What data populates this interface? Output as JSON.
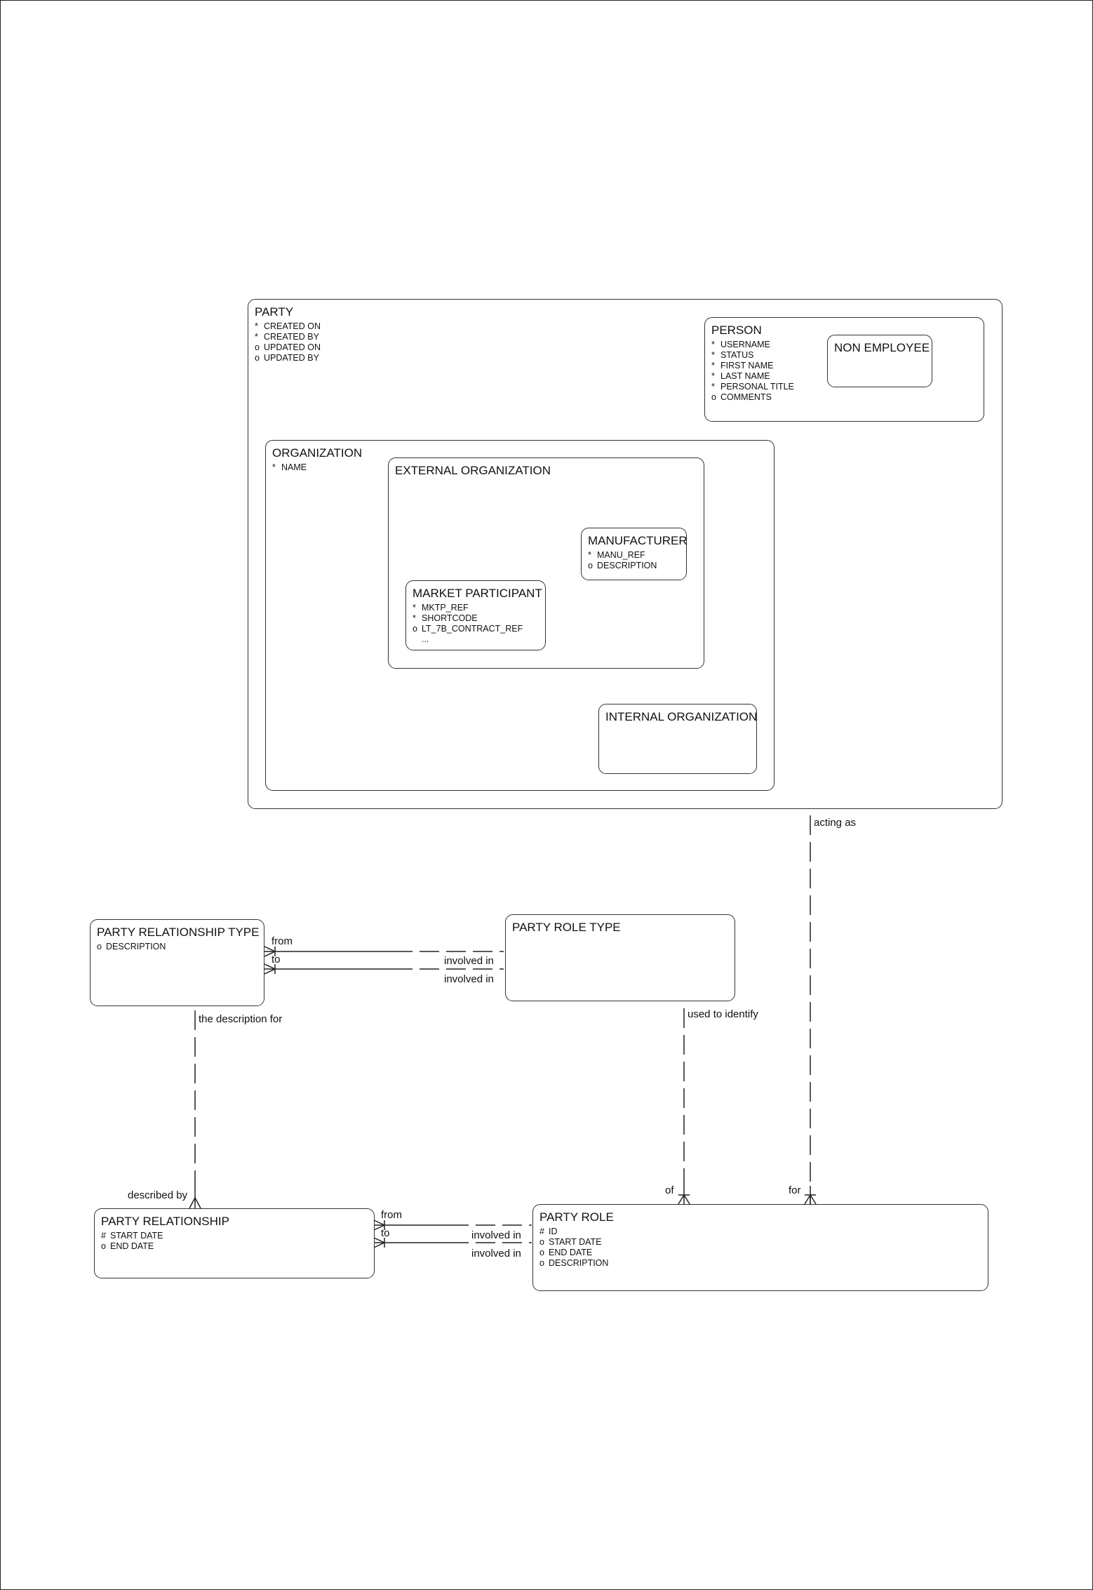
{
  "entities": {
    "party": {
      "name": "PARTY",
      "attributes": [
        {
          "sym": "*",
          "text": "CREATED ON"
        },
        {
          "sym": "*",
          "text": "CREATED BY"
        },
        {
          "sym": "o",
          "text": "UPDATED ON"
        },
        {
          "sym": "o",
          "text": "UPDATED BY"
        }
      ]
    },
    "person": {
      "name": "PERSON",
      "attributes": [
        {
          "sym": "*",
          "text": "USERNAME"
        },
        {
          "sym": "*",
          "text": "STATUS"
        },
        {
          "sym": "*",
          "text": "FIRST NAME"
        },
        {
          "sym": "*",
          "text": "LAST NAME"
        },
        {
          "sym": "*",
          "text": "PERSONAL TITLE"
        },
        {
          "sym": "o",
          "text": "COMMENTS"
        }
      ]
    },
    "non_employee": {
      "name": "NON EMPLOYEE",
      "attributes": []
    },
    "organization": {
      "name": "ORGANIZATION",
      "attributes": [
        {
          "sym": "*",
          "text": "NAME"
        }
      ]
    },
    "external_organization": {
      "name": "EXTERNAL ORGANIZATION",
      "attributes": []
    },
    "manufacturer": {
      "name": "MANUFACTURER",
      "attributes": [
        {
          "sym": "*",
          "text": "MANU_REF"
        },
        {
          "sym": "o",
          "text": "DESCRIPTION"
        }
      ]
    },
    "market_participant": {
      "name": "MARKET PARTICIPANT",
      "attributes": [
        {
          "sym": "*",
          "text": "MKTP_REF"
        },
        {
          "sym": "*",
          "text": "SHORTCODE"
        },
        {
          "sym": "o",
          "text": "LT_7B_CONTRACT_REF"
        },
        {
          "sym": "",
          "text": "..."
        }
      ]
    },
    "internal_organization": {
      "name": "INTERNAL ORGANIZATION",
      "attributes": []
    },
    "party_relationship_type": {
      "name": "PARTY RELATIONSHIP TYPE",
      "attributes": [
        {
          "sym": "o",
          "text": "DESCRIPTION"
        }
      ]
    },
    "party_role_type": {
      "name": "PARTY ROLE TYPE",
      "attributes": []
    },
    "party_relationship": {
      "name": "PARTY RELATIONSHIP",
      "attributes": [
        {
          "sym": "#",
          "text": "START DATE"
        },
        {
          "sym": "o",
          "text": "END DATE"
        }
      ]
    },
    "party_role": {
      "name": "PARTY ROLE",
      "attributes": [
        {
          "sym": "#",
          "text": "ID"
        },
        {
          "sym": "o",
          "text": "START DATE"
        },
        {
          "sym": "o",
          "text": "END DATE"
        },
        {
          "sym": "o",
          "text": "DESCRIPTION"
        }
      ]
    }
  },
  "relationship_labels": {
    "acting_as": "acting as",
    "prt_from": "from",
    "prt_to": "to",
    "prt_involved_in_1": "involved in",
    "prt_involved_in_2": "involved in",
    "the_description_for": "the description for",
    "used_to_identify": "used to identify",
    "described_by": "described by",
    "of": "of",
    "for": "for",
    "pr_from": "from",
    "pr_to": "to",
    "pr_involved_in_1": "involved in",
    "pr_involved_in_2": "involved in"
  }
}
